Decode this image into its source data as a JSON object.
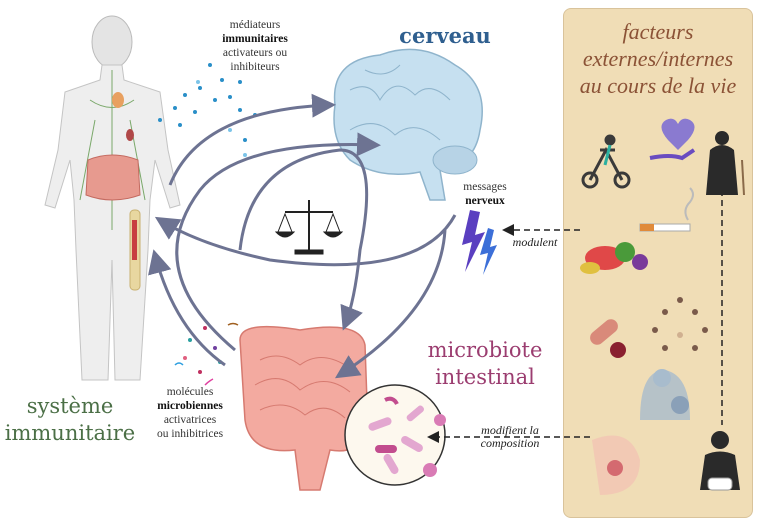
{
  "labels": {
    "brain": "cerveau",
    "microbiota_line1": "microbiote",
    "microbiota_line2": "intestinal",
    "immune_line1": "système",
    "immune_line2": "immunitaire"
  },
  "annotations": {
    "immune_mediators": {
      "line1": "médiateurs",
      "bold": "immunitaires",
      "line3": "activateurs ou",
      "line4": "inhibiteurs"
    },
    "microbial_molecules": {
      "line1": "molécules",
      "bold": "microbiennes",
      "line3": "activatrices",
      "line4": "ou inhibitrices"
    },
    "nerve_messages": {
      "line1": "messages",
      "bold": "nerveux"
    },
    "modulate": "modulent",
    "modify_line1": "modifient la",
    "modify_line2": "composition"
  },
  "factors_panel": {
    "title_line1": "facteurs",
    "title_line2": "externes/internes",
    "title_line3": "au cours de la vie",
    "icons": [
      "exercise-bike-icon",
      "heart-hand-icon",
      "elderly-person-icon",
      "cigarette-icon",
      "food-icon",
      "medication-icon",
      "social-group-icon",
      "breastfeeding-icon",
      "pregnancy-icon",
      "baby-icon"
    ]
  },
  "colors": {
    "brain_label": "#2f5f8f",
    "microbiota_label": "#9b3d70",
    "immune_label": "#4b6f46",
    "arrows": "#6d7392",
    "panel": "#f0ddb6",
    "panel_text": "#8b5236"
  }
}
